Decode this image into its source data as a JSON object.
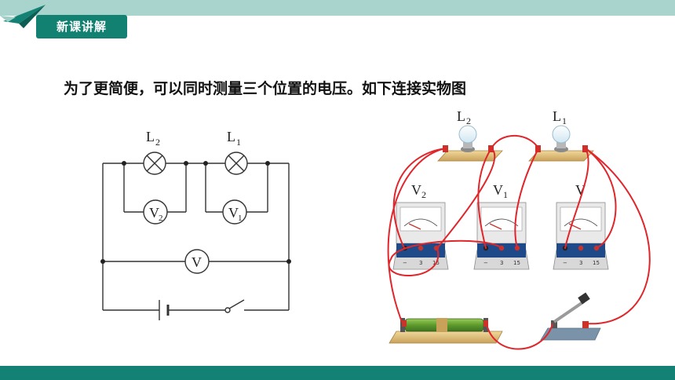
{
  "section_tag": "新课讲解",
  "heading": "为了更简便，可以同时测量三个位置的电压。如下连接实物图",
  "schematic": {
    "lamp1": {
      "letter": "L",
      "sub": "1"
    },
    "lamp2": {
      "letter": "L",
      "sub": "2"
    },
    "meter_v1": {
      "letter": "V",
      "sub": "1"
    },
    "meter_v2": {
      "letter": "V",
      "sub": "2"
    },
    "meter_v": {
      "letter": "V",
      "sub": ""
    }
  },
  "physical": {
    "lamp2": {
      "letter": "L",
      "sub": "2"
    },
    "lamp1": {
      "letter": "L",
      "sub": "1"
    },
    "voltmeter_v2": {
      "letter": "V",
      "sub": "2"
    },
    "voltmeter_v1": {
      "letter": "V",
      "sub": "1"
    },
    "voltmeter_v": {
      "letter": "V",
      "sub": ""
    },
    "terminal_labels": [
      "−",
      "3",
      "15"
    ]
  },
  "colors": {
    "accent": "#128172",
    "top_band": "#a9d3cd",
    "wire": "#e0262b"
  }
}
